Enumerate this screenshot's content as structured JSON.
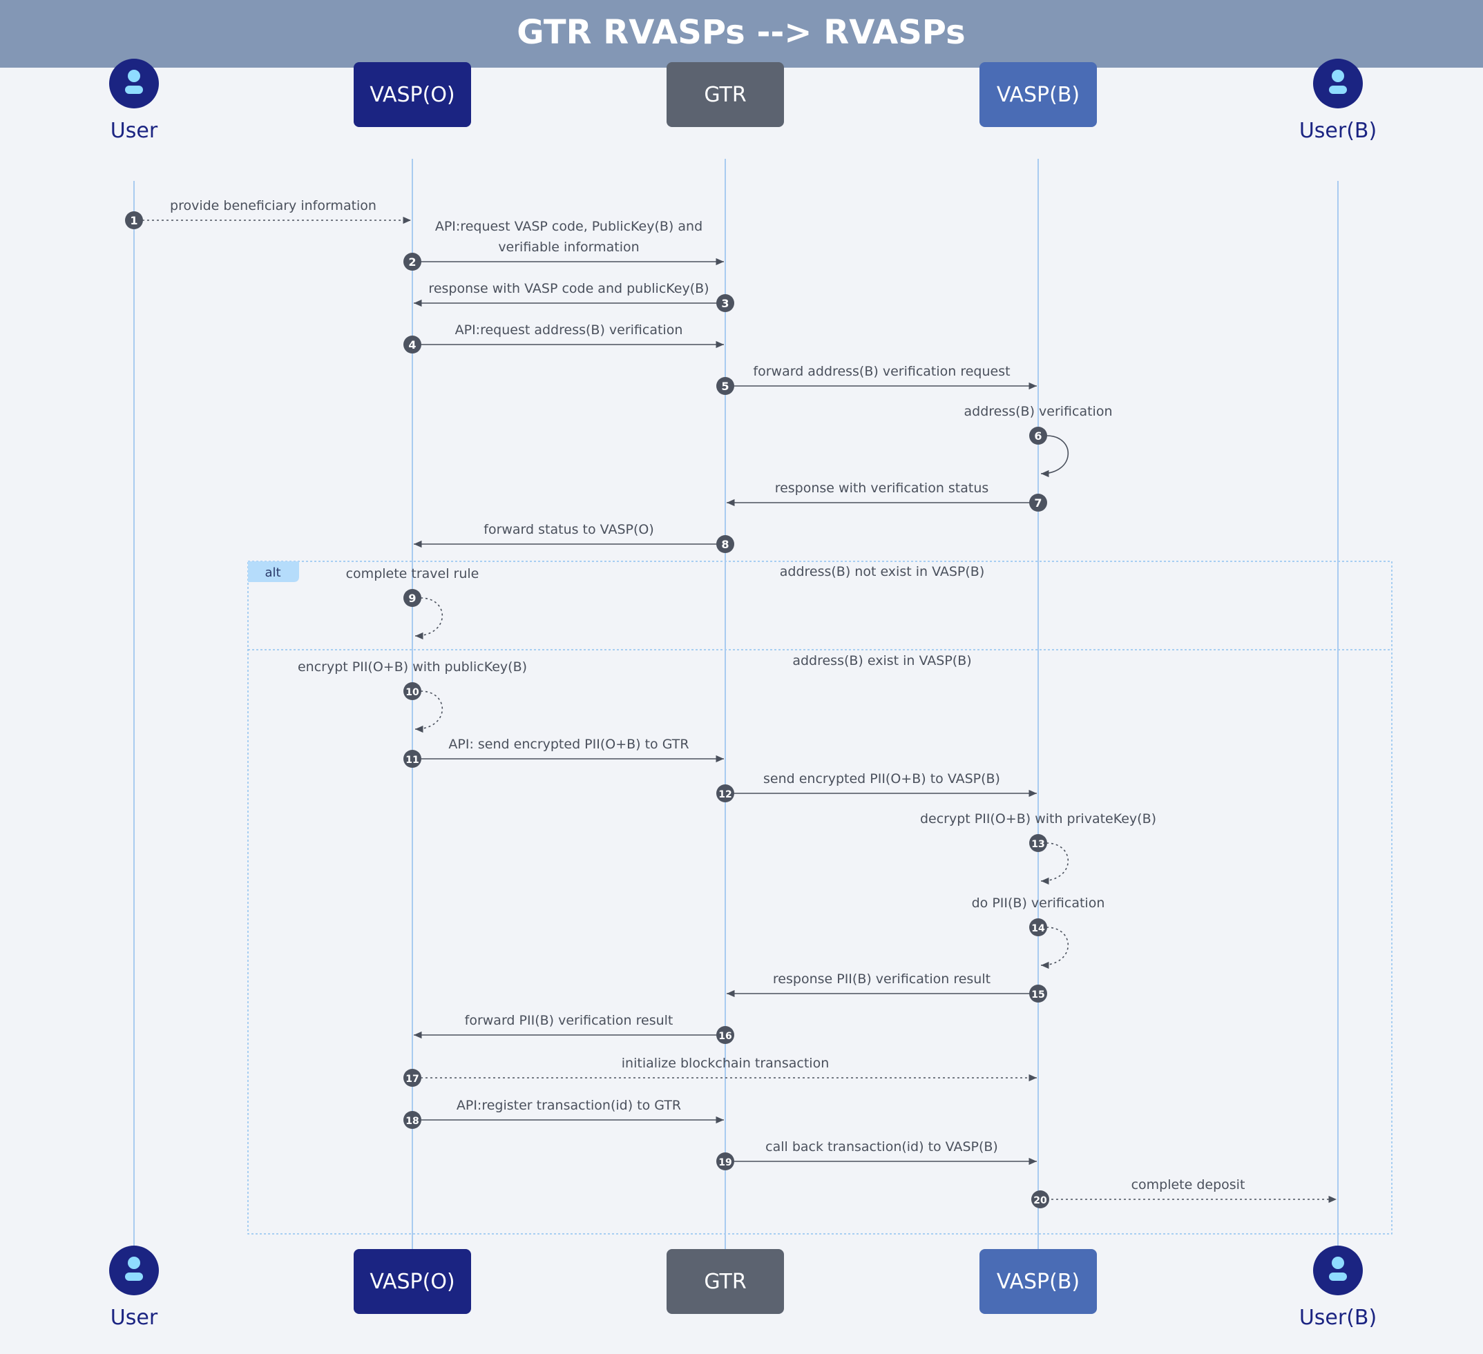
{
  "title": "GTR RVASPs --> RVASPs",
  "colors": {
    "header_bg": "#8397b5",
    "page_bg": "#f2f4f8",
    "lifeline": "#a9cbf0",
    "actor_bg": "#1b2482",
    "actor_icon": "#8fdcff",
    "vaspo_bg": "#1b2482",
    "gtr_bg": "#5c6370",
    "vaspb_bg": "#4a6cb5",
    "arrow": "#4a505c",
    "badge": "#4d5360",
    "frame_border": "#8ec2f0",
    "alt_tag_bg": "#b5dcfb",
    "label_text": "#4a505c"
  },
  "participants": [
    {
      "id": "user",
      "label": "User",
      "kind": "actor",
      "icon": "user-icon"
    },
    {
      "id": "vasp_o",
      "label": "VASP(O)",
      "kind": "box",
      "color_key": "vaspo_bg"
    },
    {
      "id": "gtr",
      "label": "GTR",
      "kind": "box",
      "color_key": "gtr_bg"
    },
    {
      "id": "vasp_b",
      "label": "VASP(B)",
      "kind": "box",
      "color_key": "vaspb_bg"
    },
    {
      "id": "user_b",
      "label": "User(B)",
      "kind": "actor",
      "icon": "user-icon"
    }
  ],
  "fragment": {
    "tag": "alt",
    "sections": [
      {
        "label": "address(B) not exist in VASP(B)"
      },
      {
        "label": "address(B) exist in VASP(B)"
      }
    ]
  },
  "messages": [
    {
      "n": "1",
      "from": "user",
      "to": "vasp_o",
      "style": "dotted",
      "label": [
        "provide beneficiary information"
      ]
    },
    {
      "n": "2",
      "from": "vasp_o",
      "to": "gtr",
      "style": "solid",
      "label": [
        "API:request VASP code, PublicKey(B) and",
        "verifiable information"
      ]
    },
    {
      "n": "3",
      "from": "gtr",
      "to": "vasp_o",
      "style": "solid",
      "label": [
        "response with VASP code and publicKey(B)"
      ]
    },
    {
      "n": "4",
      "from": "vasp_o",
      "to": "gtr",
      "style": "solid",
      "label": [
        "API:request address(B) verification"
      ]
    },
    {
      "n": "5",
      "from": "gtr",
      "to": "vasp_b",
      "style": "solid",
      "label": [
        "forward address(B) verification request"
      ]
    },
    {
      "n": "6",
      "from": "vasp_b",
      "to": "vasp_b",
      "style": "solid",
      "label": [
        "address(B) verification"
      ]
    },
    {
      "n": "7",
      "from": "vasp_b",
      "to": "gtr",
      "style": "solid",
      "label": [
        "response with verification status"
      ]
    },
    {
      "n": "8",
      "from": "gtr",
      "to": "vasp_o",
      "style": "solid",
      "label": [
        "forward status to VASP(O)"
      ]
    },
    {
      "n": "9",
      "from": "vasp_o",
      "to": "vasp_o",
      "style": "dotted",
      "label": [
        "complete travel rule"
      ]
    },
    {
      "n": "10",
      "from": "vasp_o",
      "to": "vasp_o",
      "style": "dotted",
      "label": [
        "encrypt PII(O+B) with publicKey(B)"
      ]
    },
    {
      "n": "11",
      "from": "vasp_o",
      "to": "gtr",
      "style": "solid",
      "label": [
        "API: send encrypted PII(O+B) to GTR"
      ]
    },
    {
      "n": "12",
      "from": "gtr",
      "to": "vasp_b",
      "style": "solid",
      "label": [
        "send encrypted PII(O+B) to VASP(B)"
      ]
    },
    {
      "n": "13",
      "from": "vasp_b",
      "to": "vasp_b",
      "style": "dotted",
      "label": [
        "decrypt PII(O+B) with privateKey(B)"
      ]
    },
    {
      "n": "14",
      "from": "vasp_b",
      "to": "vasp_b",
      "style": "dotted",
      "label": [
        "do PII(B) verification"
      ]
    },
    {
      "n": "15",
      "from": "vasp_b",
      "to": "gtr",
      "style": "solid",
      "label": [
        "response PII(B) verification result"
      ]
    },
    {
      "n": "16",
      "from": "gtr",
      "to": "vasp_o",
      "style": "solid",
      "label": [
        "forward PII(B) verification result"
      ]
    },
    {
      "n": "17",
      "from": "vasp_o",
      "to": "vasp_b",
      "style": "dotted",
      "label": [
        "initialize blockchain transaction"
      ]
    },
    {
      "n": "18",
      "from": "vasp_o",
      "to": "gtr",
      "style": "solid",
      "label": [
        "API:register transaction(id) to GTR"
      ]
    },
    {
      "n": "19",
      "from": "gtr",
      "to": "vasp_b",
      "style": "solid",
      "label": [
        "call back transaction(id) to VASP(B)"
      ]
    },
    {
      "n": "20",
      "from": "vasp_b",
      "to": "user_b",
      "style": "dotted",
      "label": [
        "complete deposit"
      ]
    }
  ]
}
